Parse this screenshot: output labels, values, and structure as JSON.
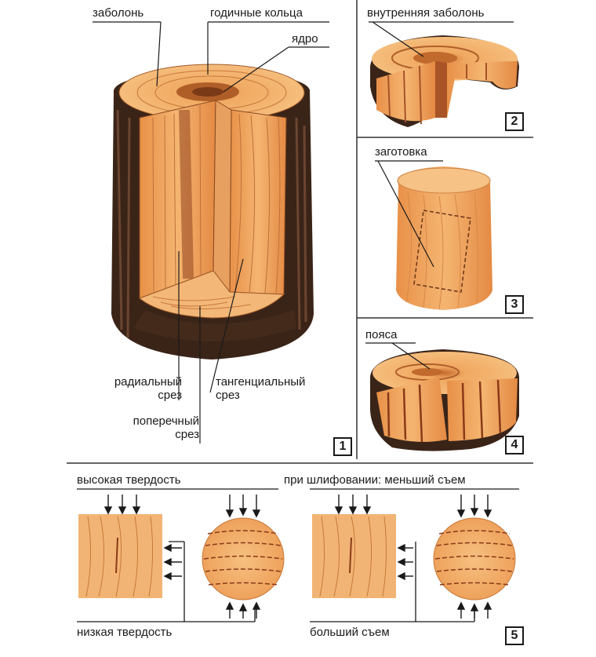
{
  "panel1": {
    "sapwood": "заболонь",
    "rings": "годичные кольца",
    "core": "ядро",
    "radial_cut": [
      "радиальный",
      "срез"
    ],
    "cross_cut": [
      "поперечный",
      "срез"
    ],
    "tangential_cut": [
      "тангенциальный",
      "срез"
    ],
    "number": "1"
  },
  "panel2": {
    "label": "внутренняя заболонь",
    "number": "2"
  },
  "panel3": {
    "label": "заготовка",
    "number": "3"
  },
  "panel4": {
    "label": "пояса",
    "number": "4"
  },
  "panel5": {
    "high_hardness": "высокая твердость",
    "low_hardness": "низкая твердость",
    "less_removal": "при шлифовании: меньший съем",
    "more_removal": "больший съем",
    "number": "5"
  },
  "colors": {
    "wood_light": "#f2b06a",
    "wood_mid": "#e8924a",
    "wood_dark": "#b8602a",
    "bark": "#3a2418",
    "grain": "#a5522a",
    "line": "#1a1a1a"
  }
}
